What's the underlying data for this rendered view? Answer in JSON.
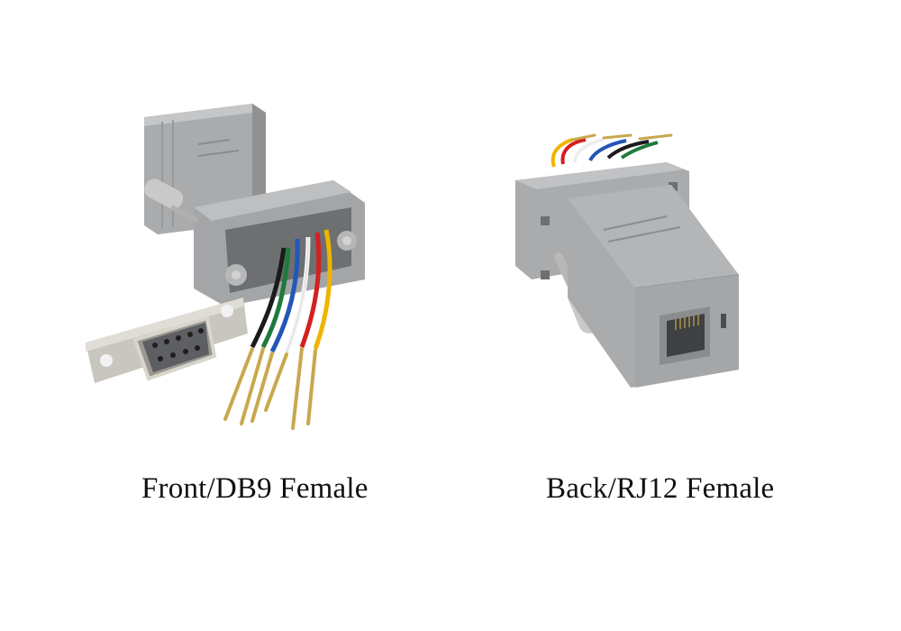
{
  "captions": {
    "front": "Front/DB9 Female",
    "back": "Back/RJ12 Female"
  },
  "products": [
    {
      "view": "front",
      "connector": "DB9 Female",
      "housing_color": "#a9abad",
      "wire_colors": [
        "#1a1a1a",
        "#1e7a3c",
        "#2456b8",
        "#f4f4f4",
        "#d42020",
        "#f0b400"
      ]
    },
    {
      "view": "back",
      "connector": "RJ12 Female",
      "housing_color": "#a9abad"
    }
  ],
  "colors": {
    "background": "#ffffff",
    "housing": "#a9abad",
    "housing_shadow": "#8f9193",
    "housing_light": "#c4c6c8",
    "metal": "#c9c6bf",
    "caption_text": "#111111"
  }
}
